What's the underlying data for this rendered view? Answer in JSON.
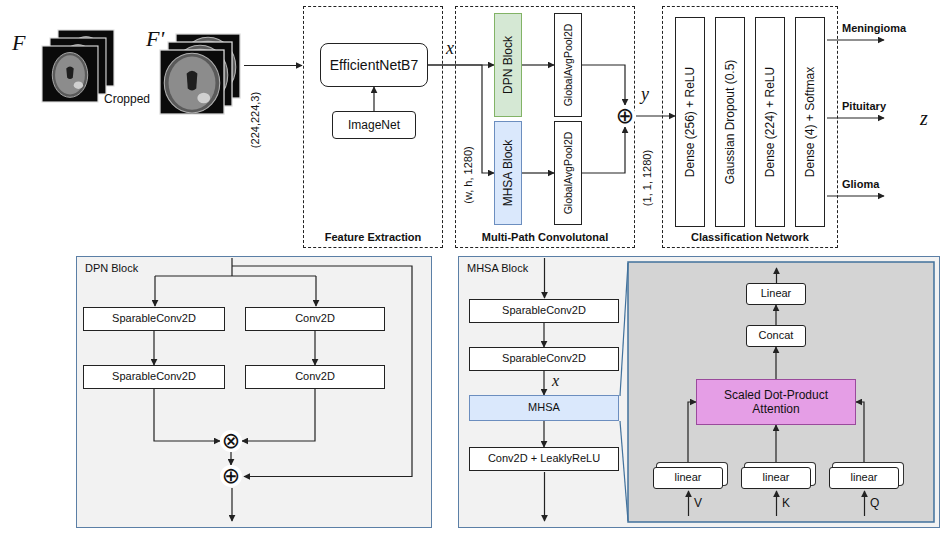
{
  "diagram": {
    "nodes": [
      {
        "text": [
          "Feature Extraction"
        ]
      },
      {
        "text": [
          "EfficientNetB7"
        ],
        "in": 0
      },
      {
        "text": [
          "ImageNet"
        ],
        "in": 0
      },
      {
        "text": [
          "Multi-Path Convolutonal"
        ]
      },
      {
        "text": [
          "DPN Block"
        ],
        "in": 3
      },
      {
        "text": [
          "GlobalAvgPool2D"
        ],
        "in": 3
      },
      {
        "text": [
          "MHSA Block"
        ],
        "in": 3
      },
      {
        "text": [
          "GlobalAvgPool2D"
        ],
        "in": 3
      },
      {
        "text": [
          "⊕"
        ]
      },
      {
        "text": [
          "Classification Network"
        ]
      },
      {
        "text": [
          "Dense (256) + ReLU"
        ],
        "in": 9
      },
      {
        "text": [
          "Gaussian Dropout (0.5)"
        ],
        "in": 9
      },
      {
        "text": [
          "Dense (224) + ReLU"
        ],
        "in": 9
      },
      {
        "text": [
          "Dense (4) + Softmax"
        ],
        "in": 9
      },
      {
        "text": [
          "DPN Block"
        ]
      },
      {
        "text": [
          "SparableConv2D"
        ],
        "in": 14
      },
      {
        "text": [
          "Conv2D"
        ],
        "in": 14
      },
      {
        "text": [
          "SparableConv2D"
        ],
        "in": 14
      },
      {
        "text": [
          "Conv2D"
        ],
        "in": 14
      },
      {
        "text": [
          "⊗"
        ],
        "in": 14
      },
      {
        "text": [
          "⊕"
        ],
        "in": 14
      },
      {
        "text": [
          "MHSA Block"
        ]
      },
      {
        "text": [
          "SparableConv2D"
        ],
        "in": 21
      },
      {
        "text": [
          "SparableConv2D"
        ],
        "in": 21
      },
      {
        "text": [
          "MHSA"
        ],
        "in": 21
      },
      {
        "text": [
          "Conv2D + LeaklyReLU"
        ],
        "in": 21
      },
      {
        "text": [
          "Linear"
        ],
        "in": 21
      },
      {
        "text": [
          "Concat"
        ],
        "in": 21
      },
      {
        "text": [
          "Scaled Dot-Product Attention"
        ],
        "in": 21
      },
      {
        "text": [
          "linear"
        ],
        "in": 21
      },
      {
        "text": [
          "linear"
        ],
        "in": 21
      },
      {
        "text": [
          "linear"
        ],
        "in": 21
      }
    ],
    "edges": [
      {
        "from": 2,
        "to": 1,
        "arrow": "to"
      },
      {
        "from": 1,
        "to": 4,
        "arrow": "to"
      },
      {
        "from": 1,
        "to": 6,
        "arrow": "to"
      },
      {
        "from": 4,
        "to": 5,
        "arrow": "to"
      },
      {
        "from": 6,
        "to": 7,
        "arrow": "to"
      },
      {
        "from": 5,
        "to": 8,
        "arrow": "to"
      },
      {
        "from": 7,
        "to": 8,
        "arrow": "to"
      },
      {
        "from": 8,
        "to": 10,
        "arrow": "to"
      },
      {
        "from": 15,
        "to": 17,
        "arrow": "to"
      },
      {
        "from": 16,
        "to": 18,
        "arrow": "to"
      },
      {
        "from": 17,
        "to": 19,
        "arrow": "to"
      },
      {
        "from": 18,
        "to": 19,
        "arrow": "to"
      },
      {
        "from": 19,
        "to": 20,
        "arrow": "to"
      },
      {
        "from": 22,
        "to": 23,
        "arrow": "to"
      },
      {
        "from": 23,
        "to": 24,
        "arrow": "to"
      },
      {
        "from": 24,
        "to": 25,
        "arrow": "to"
      },
      {
        "from": 27,
        "to": 26,
        "arrow": "to"
      },
      {
        "from": 28,
        "to": 27,
        "arrow": "to"
      },
      {
        "from": 29,
        "to": 28,
        "arrow": "to"
      },
      {
        "from": 30,
        "to": 28,
        "arrow": "to"
      },
      {
        "from": 31,
        "to": 28,
        "arrow": "to"
      }
    ],
    "labels": [
      "F",
      "Cropped",
      "F'",
      "(224,224,3)",
      "x",
      "(w, h, 1280)",
      "y",
      "(1, 1, 1280)",
      "Meningioma",
      "Pituitary",
      "Glioma",
      "z",
      "x",
      "V",
      "K",
      "Q"
    ]
  }
}
